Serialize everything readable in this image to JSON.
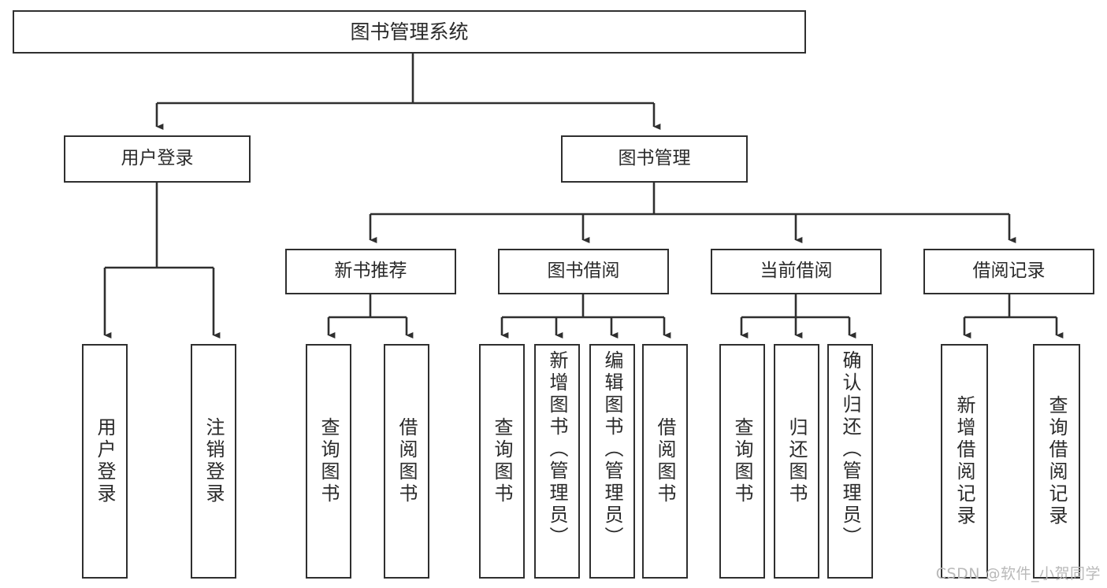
{
  "diagram": {
    "title": "图书管理系统",
    "type": "tree",
    "orientation": "top-down",
    "watermark": "CSDN @软件_小贺同学",
    "colors": {
      "background": "#ffffff",
      "border": "#2f2f2f",
      "text": "#2a2a2a",
      "watermark": "#b9b9b9"
    },
    "root": {
      "label": "图书管理系统",
      "children": [
        {
          "label": "用户登录",
          "children": [
            {
              "label": "用户登录"
            },
            {
              "label": "注销登录"
            }
          ]
        },
        {
          "label": "图书管理",
          "children": [
            {
              "label": "新书推荐",
              "children": [
                {
                  "label": "查询图书"
                },
                {
                  "label": "借阅图书"
                }
              ]
            },
            {
              "label": "图书借阅",
              "children": [
                {
                  "label": "查询图书"
                },
                {
                  "label": "新增图书（管理员）"
                },
                {
                  "label": "编辑图书（管理员）"
                },
                {
                  "label": "借阅图书"
                }
              ]
            },
            {
              "label": "当前借阅",
              "children": [
                {
                  "label": "查询图书"
                },
                {
                  "label": "归还图书"
                },
                {
                  "label": "确认归还（管理员）"
                }
              ]
            },
            {
              "label": "借阅记录",
              "children": [
                {
                  "label": "新增借阅记录"
                },
                {
                  "label": "查询借阅记录"
                }
              ]
            }
          ]
        }
      ]
    },
    "nodes": {
      "root": "图书管理系统",
      "user_login": "用户登录",
      "book_manage": "图书管理",
      "new_book_rec": "新书推荐",
      "book_borrow": "图书借阅",
      "current_borrow": "当前借阅",
      "borrow_record": "借阅记录",
      "leaf_user_login": "用户登录",
      "leaf_logout": "注销登录",
      "leaf_query_book_a": "查询图书",
      "leaf_borrow_book_a": "借阅图书",
      "leaf_query_book_b": "查询图书",
      "leaf_add_book": "新增图书（管理员）",
      "leaf_edit_book": "编辑图书（管理员）",
      "leaf_borrow_book_b": "借阅图书",
      "leaf_query_book_c": "查询图书",
      "leaf_return_book": "归还图书",
      "leaf_confirm_return": "确认归还（管理员）",
      "leaf_add_record": "新增借阅记录",
      "leaf_query_record": "查询借阅记录"
    }
  }
}
